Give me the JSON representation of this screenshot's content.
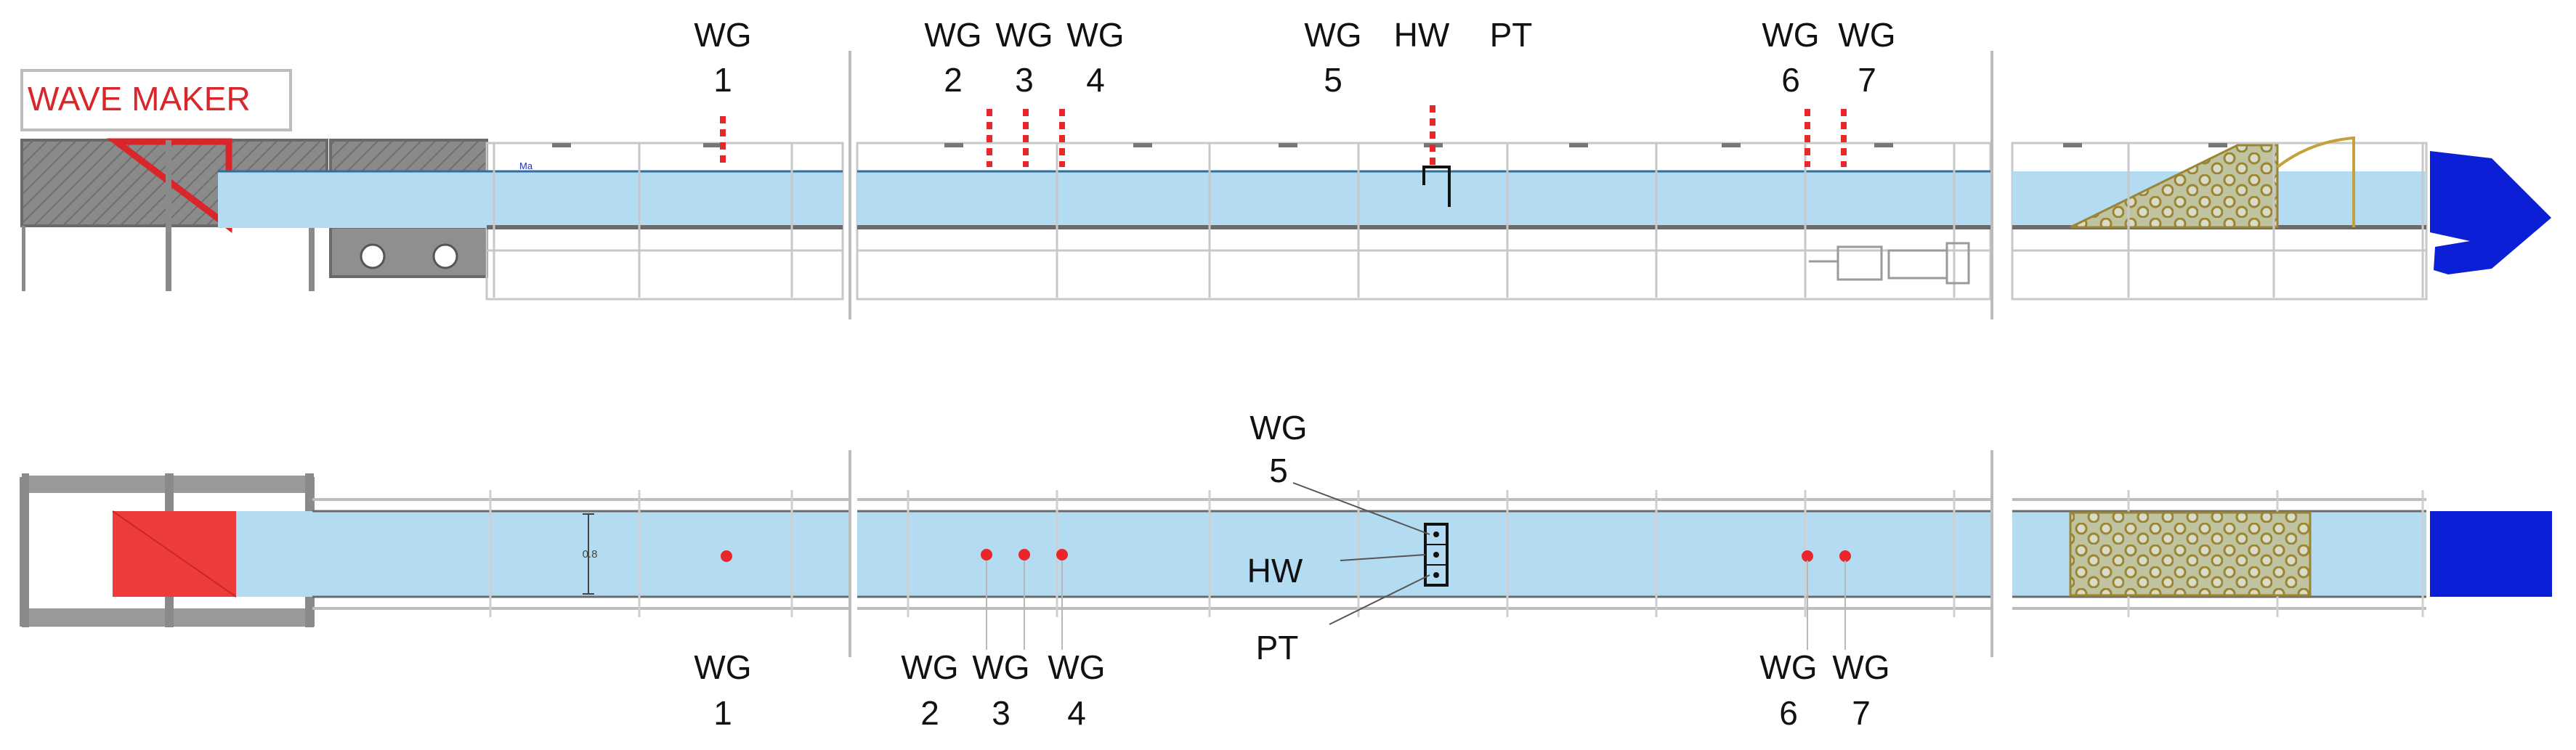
{
  "diagram": {
    "wave_maker_label": "WAVE MAKER",
    "dimension_label": "0.8",
    "elevation_view": {
      "gauges": [
        {
          "name": "WG",
          "number": "1"
        },
        {
          "name": "WG",
          "number": "2"
        },
        {
          "name": "WG",
          "number": "3"
        },
        {
          "name": "WG",
          "number": "4"
        },
        {
          "name": "WG",
          "number": "5"
        },
        {
          "name": "WG",
          "number": "6"
        },
        {
          "name": "WG",
          "number": "7"
        }
      ],
      "hw_label": "HW",
      "pt_label": "PT"
    },
    "plan_view": {
      "gauges": [
        {
          "name": "WG",
          "number": "1"
        },
        {
          "name": "WG",
          "number": "2"
        },
        {
          "name": "WG",
          "number": "3"
        },
        {
          "name": "WG",
          "number": "4"
        },
        {
          "name": "WG",
          "number": "6"
        },
        {
          "name": "WG",
          "number": "7"
        }
      ],
      "wg5_name": "WG",
      "wg5_number": "5",
      "hw_label": "HW",
      "pt_label": "PT"
    },
    "colors": {
      "water": "#b3dcf3",
      "wave_maker": "#d9262b",
      "absorber_mesh": "#b89a3a",
      "outlet": "#0b1fd6",
      "gauge": "#e8262b",
      "steel": "#7d7d7d",
      "gauge_alt": "#3a3fd0"
    }
  }
}
